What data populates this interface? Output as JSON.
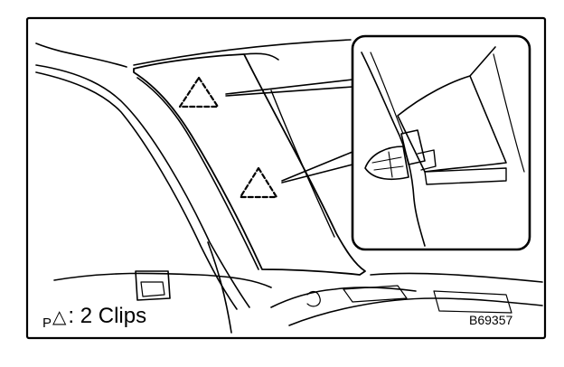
{
  "legend": {
    "prefix": "P",
    "symbol": "△",
    "separator": ":",
    "text": "2 Clips"
  },
  "figure_code": "B69357",
  "icons": {
    "clip_marker": "dashed-triangle-icon",
    "detail_inset": "clip-detail-inset"
  }
}
